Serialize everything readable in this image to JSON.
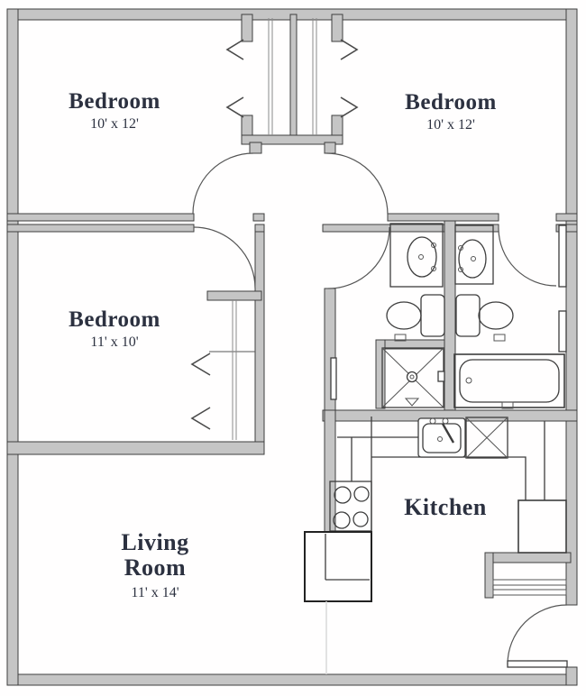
{
  "rooms": {
    "bedroom_top_left": {
      "label": "Bedroom",
      "dimensions": "10' x 12'"
    },
    "bedroom_top_right": {
      "label": "Bedroom",
      "dimensions": "10' x 12'"
    },
    "bedroom_middle": {
      "label": "Bedroom",
      "dimensions": "11' x 10'"
    },
    "living_room": {
      "label_line1": "Living",
      "label_line2": "Room",
      "dimensions": "11' x 14'"
    },
    "kitchen": {
      "label": "Kitchen"
    }
  },
  "fixtures": {
    "bathroom_1": [
      "vanity-sink",
      "toilet",
      "shower"
    ],
    "bathroom_2": [
      "vanity-sink",
      "toilet",
      "bathtub"
    ],
    "kitchen": [
      "kitchen-sink",
      "dishwasher",
      "range-burners",
      "refrigerator",
      "peninsula-counter"
    ],
    "closets": [
      "bedroom-1-bifold-closet",
      "bedroom-2-bifold-closet",
      "bedroom-3-bifold-closet",
      "entry-shelf-closet"
    ],
    "doors": [
      "bedroom-1-door",
      "bedroom-2-door",
      "bedroom-3-door",
      "bathroom-1-door",
      "bathroom-2-door",
      "entry-door"
    ]
  },
  "colors": {
    "wall_fill": "#c5c5c5",
    "wall_outline": "#3e3e3e",
    "fixture_line": "#3d3d3d",
    "label_text": "#2c3140",
    "background": "#ffffff"
  }
}
